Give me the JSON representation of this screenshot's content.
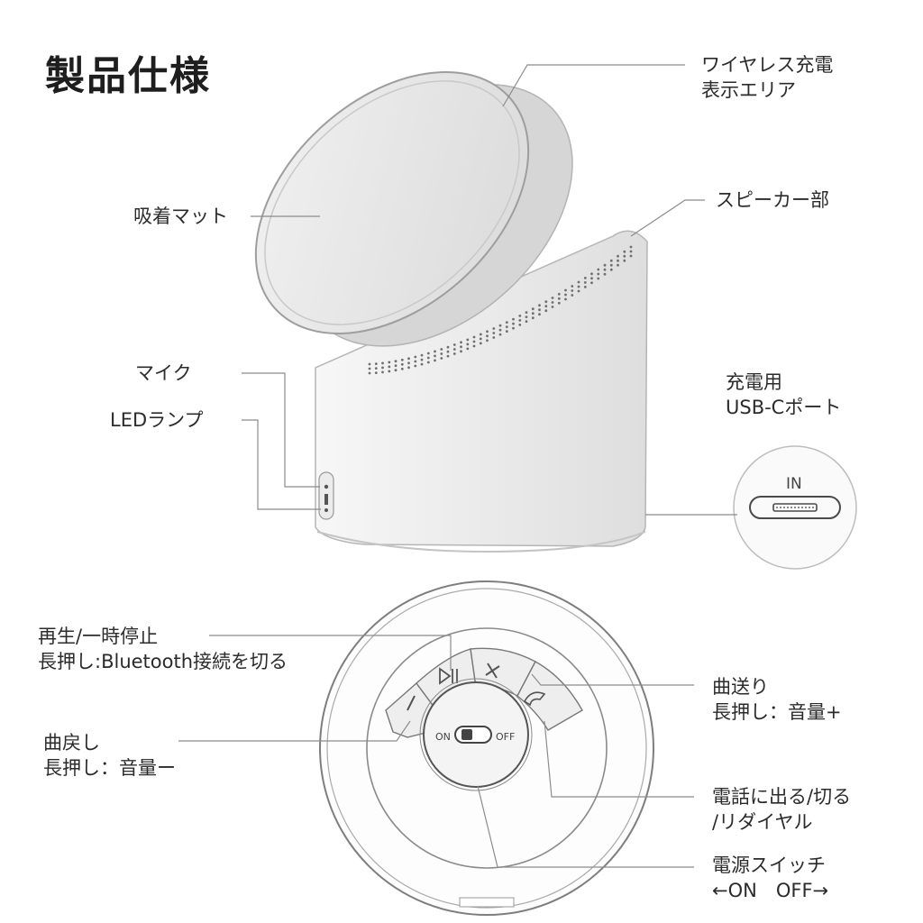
{
  "title": "製品仕様",
  "labels": {
    "wireless_area": [
      "ワイヤレス充電",
      "表示エリア"
    ],
    "mat": "吸着マット",
    "speaker": "スピーカー部",
    "mic": "マイク",
    "led": "LEDランプ",
    "usb_port": [
      "充電用",
      "USB-Cポート"
    ],
    "port_in": "IN",
    "play_pause": [
      "再生/一時停止",
      "長押し:Bluetooth接続を切る"
    ],
    "next_track": [
      "曲送り",
      "長押し：音量+"
    ],
    "prev_track": [
      "曲戻し",
      "長押し：音量ー"
    ],
    "call": [
      "電話に出る/切る",
      "/リダイヤル"
    ],
    "power": [
      "電源スイッチ",
      "←ON　OFF→"
    ],
    "switch_on": "ON",
    "switch_off": "OFF"
  }
}
